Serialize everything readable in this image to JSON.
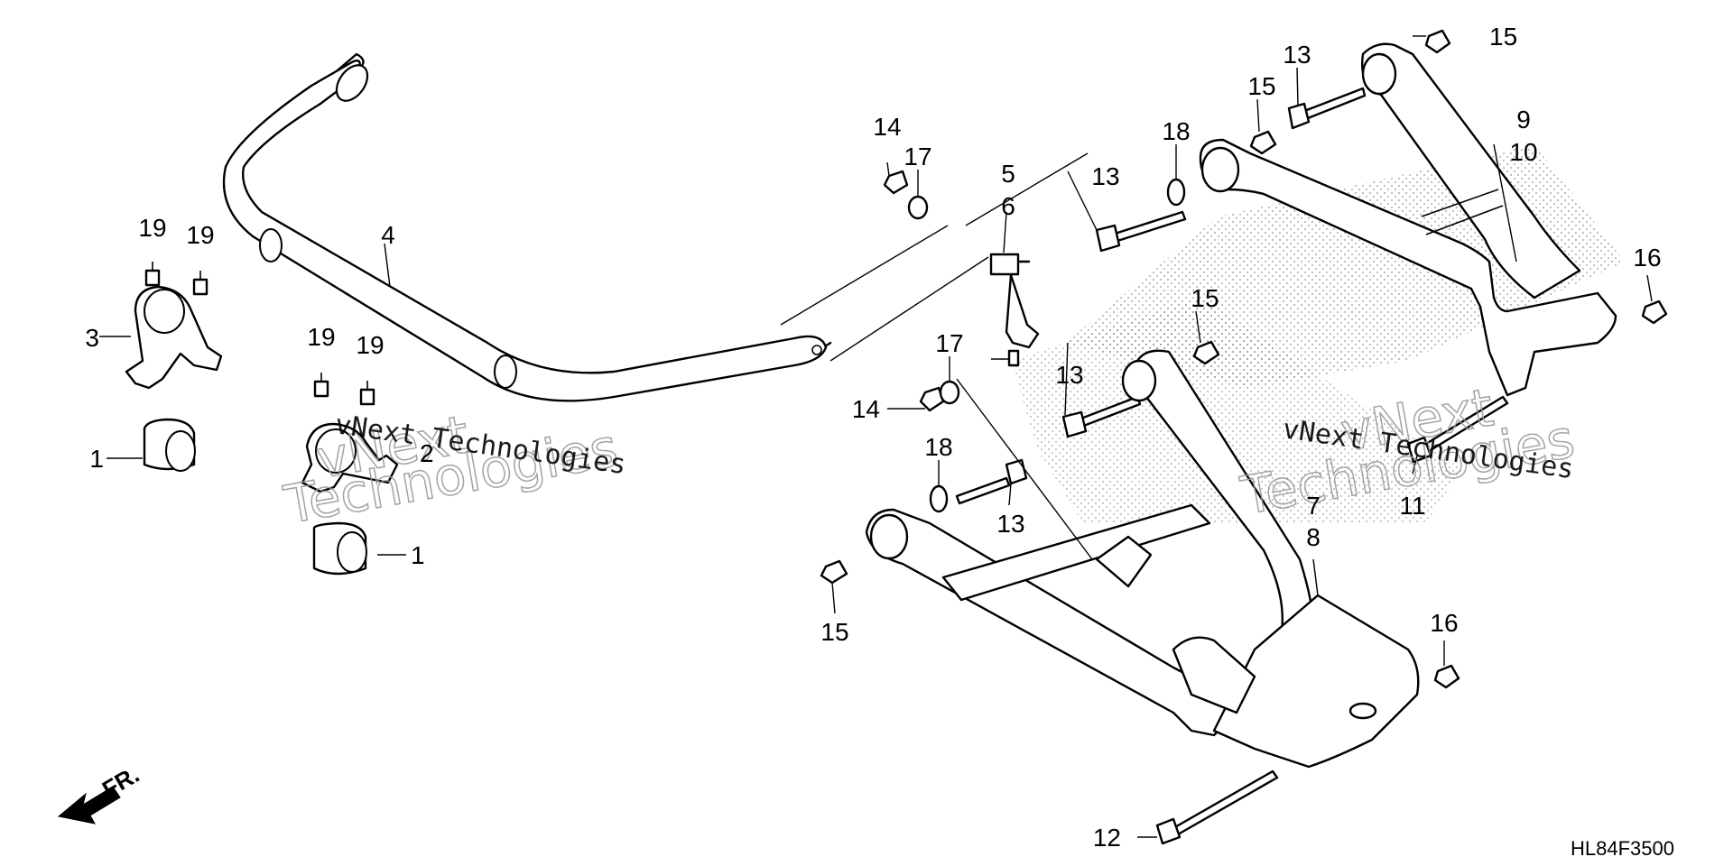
{
  "callouts": {
    "c1a": "1",
    "c1b": "1",
    "c2": "2",
    "c3": "3",
    "c4": "4",
    "c5": "5",
    "c6": "6",
    "c7": "7",
    "c8": "8",
    "c9": "9",
    "c10": "10",
    "c11": "11",
    "c12": "12",
    "c13a": "13",
    "c13b": "13",
    "c13c": "13",
    "c13d": "13",
    "c14a": "14",
    "c14b": "14",
    "c15a": "15",
    "c15b": "15",
    "c15c": "15",
    "c15d": "15",
    "c16a": "16",
    "c16b": "16",
    "c17a": "17",
    "c17b": "17",
    "c18a": "18",
    "c18b": "18",
    "c19a": "19",
    "c19b": "19",
    "c19c": "19",
    "c19d": "19"
  },
  "watermark": {
    "line1": "vNext Technologies",
    "line2": "vNext Technologies",
    "outline1": "vNext",
    "outline2": "Technologies",
    "outline3": "vNext",
    "outline4": "Technologies"
  },
  "front_label": "FR.",
  "diagram_code": "HL84F3500"
}
